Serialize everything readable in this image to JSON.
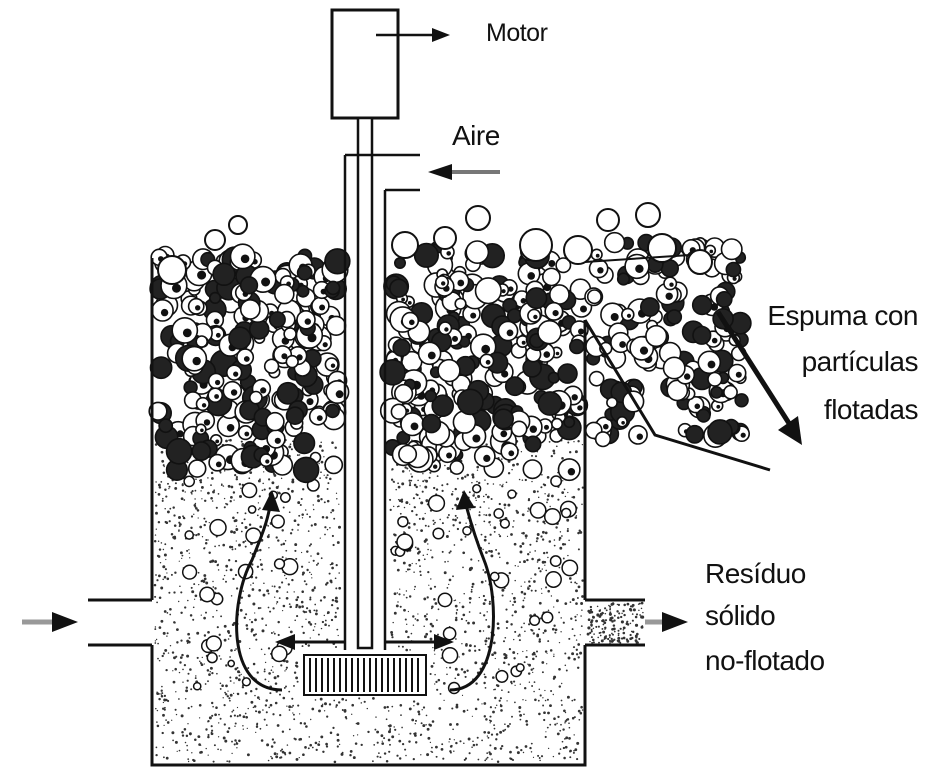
{
  "labels": {
    "motor": "Motor",
    "aire": "Aire",
    "espuma_line1": "Espuma con",
    "espuma_line2": "partículas",
    "espuma_line3": "flotadas",
    "residuo_line1": "Resíduo",
    "residuo_line2": "sólido",
    "residuo_line3": "no-flotado"
  },
  "colors": {
    "ink": "#111111",
    "arrow": "#1a1a1a",
    "background": "#ffffff",
    "dots": "#444444"
  }
}
